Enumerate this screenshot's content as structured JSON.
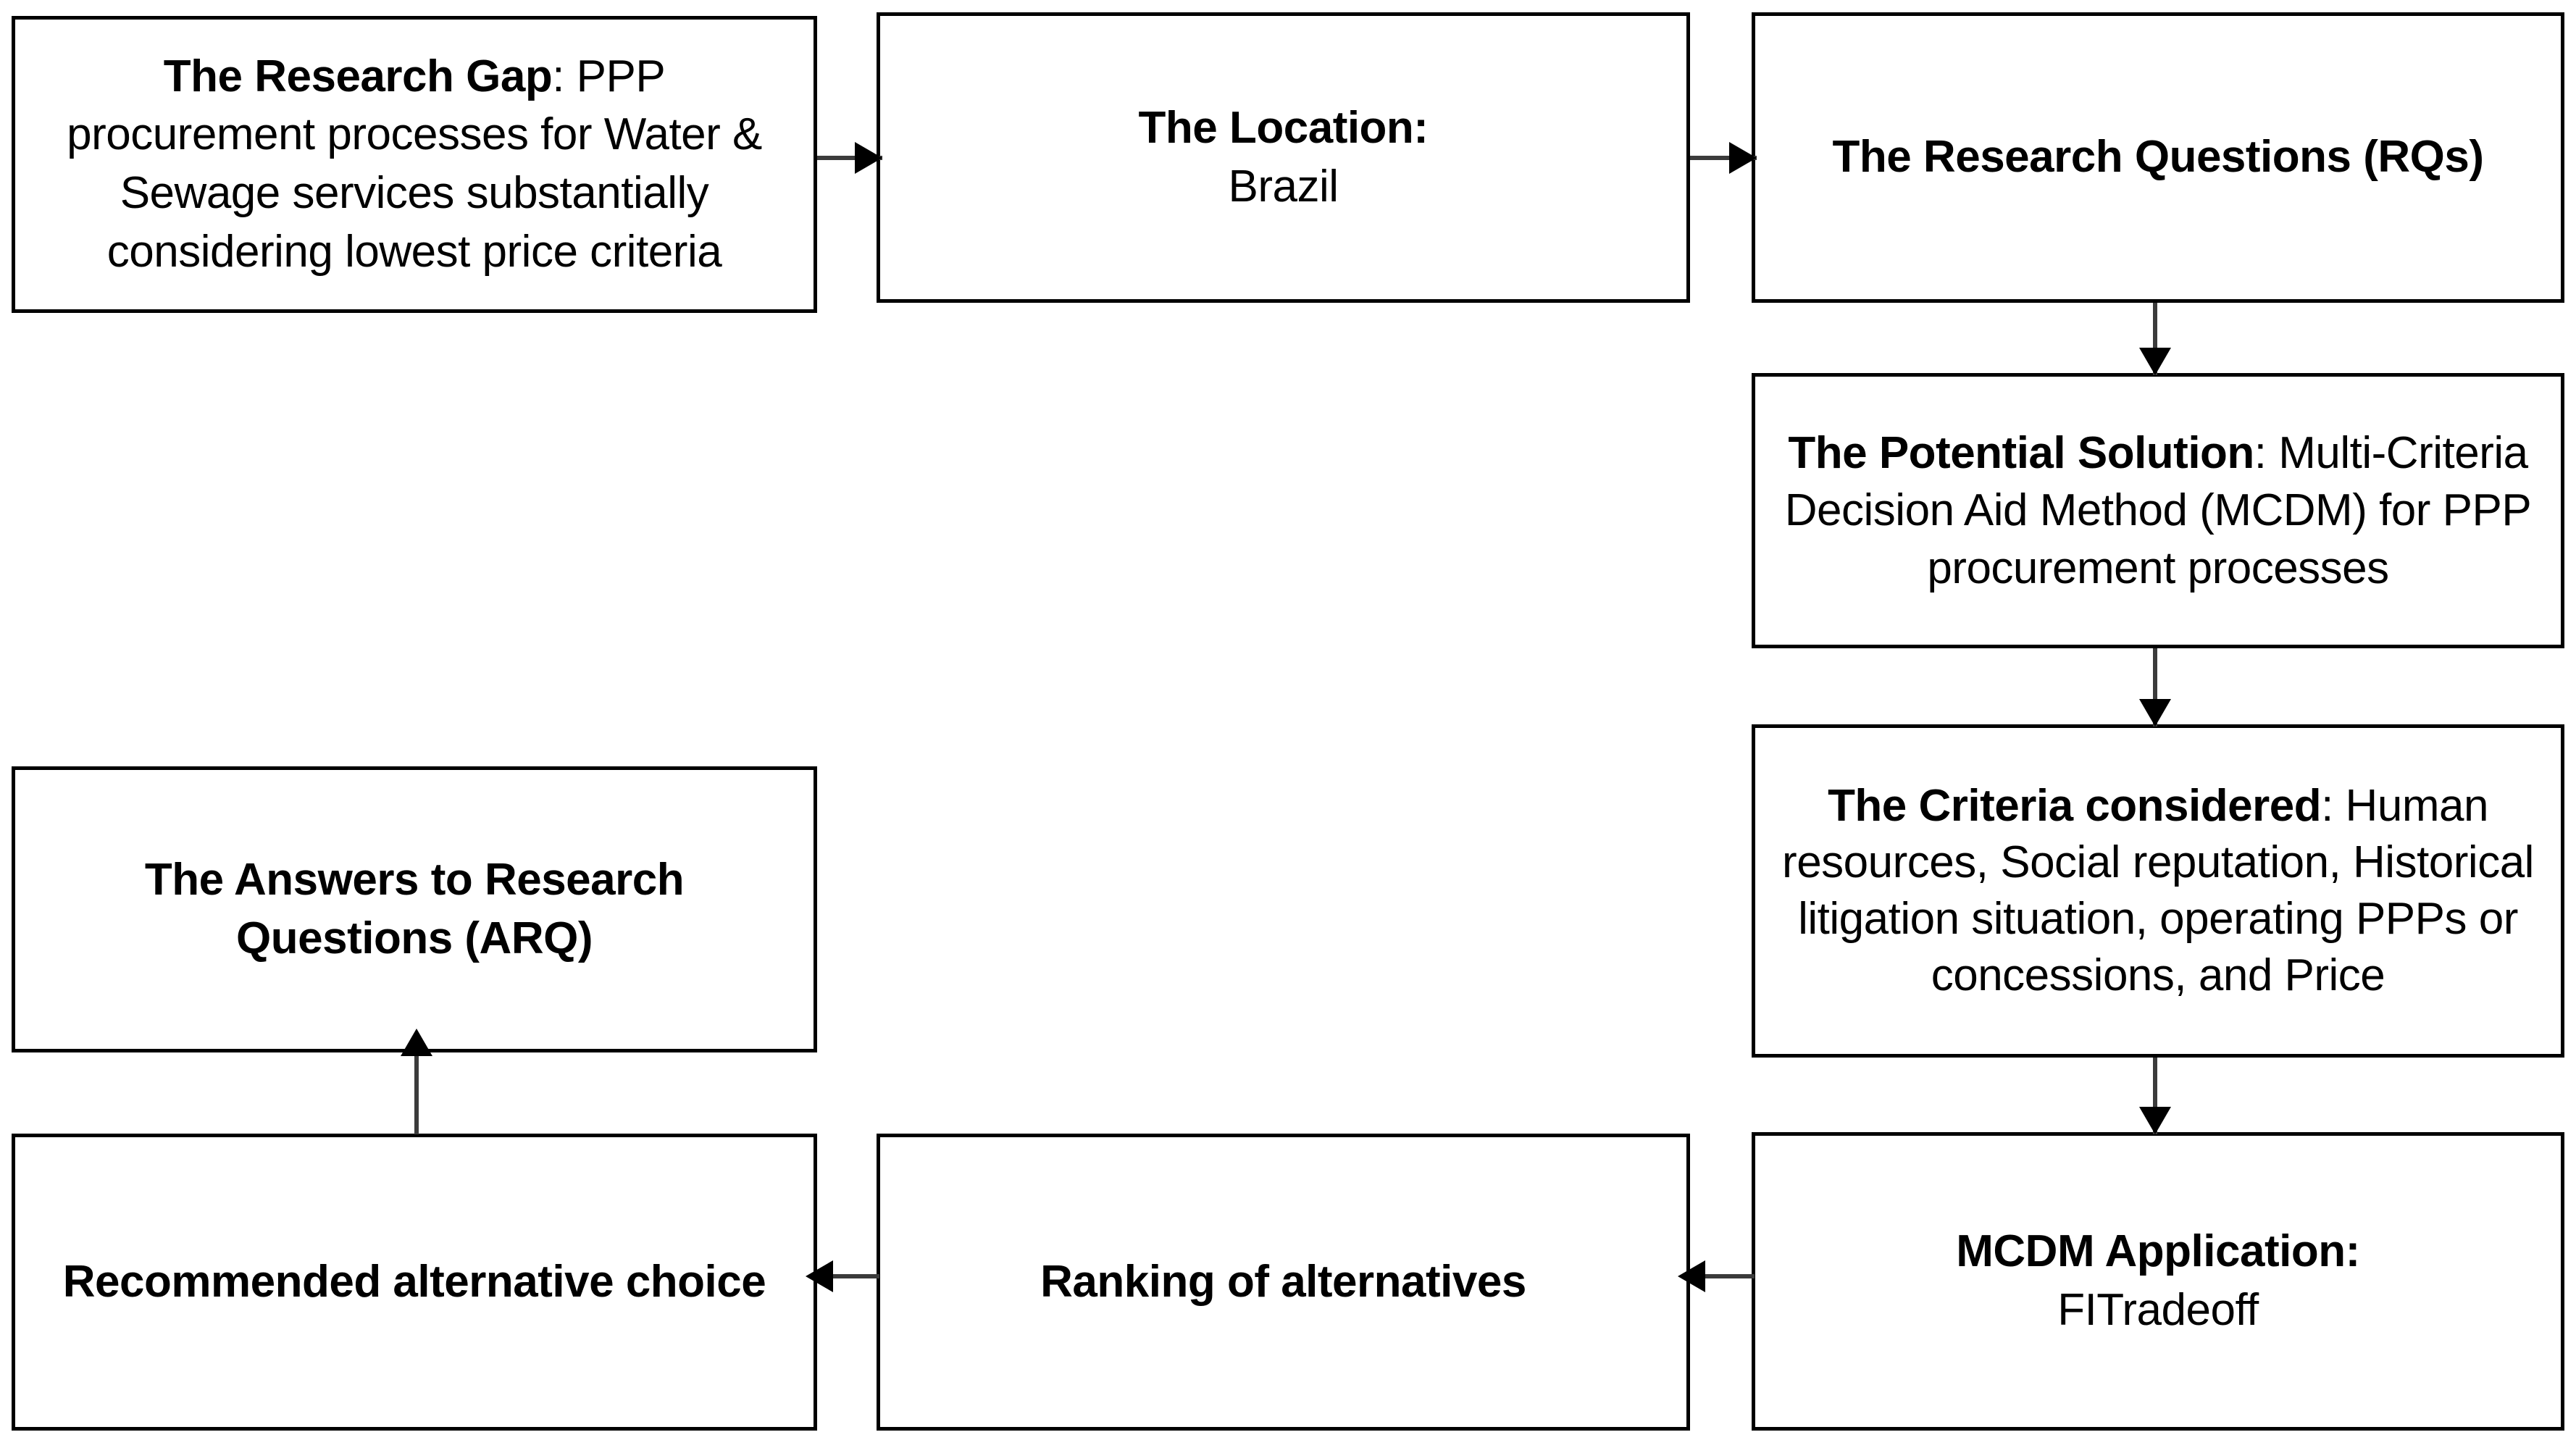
{
  "diagram": {
    "title": "Research framework flowchart",
    "stroke_color": "#000000",
    "connector_color": "#3b3b3b",
    "background_color": "#ffffff",
    "nodes": [
      {
        "id": "research-gap",
        "label_bold": "The Research Gap",
        "label_rest": ": PPP procurement processes for Water & Sewage services substantially considering lowest price criteria"
      },
      {
        "id": "location",
        "label_bold": "The Location:",
        "label_rest": "Brazil"
      },
      {
        "id": "research-questions",
        "label_bold": "The Research Questions (RQs)",
        "label_rest": ""
      },
      {
        "id": "potential-solution",
        "label_bold": "The Potential Solution",
        "label_rest": ": Multi-Criteria Decision Aid Method (MCDM) for PPP procurement processes"
      },
      {
        "id": "criteria",
        "label_bold": "The Criteria considered",
        "label_rest": ": Human resources, Social reputation, Historical litigation situation, operating PPPs or concessions, and Price"
      },
      {
        "id": "mcdm-application",
        "label_bold": "MCDM Application:",
        "label_rest": "FITradeoff"
      },
      {
        "id": "ranking",
        "label_bold": "Ranking of alternatives",
        "label_rest": ""
      },
      {
        "id": "recommended",
        "label_bold": "Recommended alternative choice",
        "label_rest": ""
      },
      {
        "id": "arq",
        "label_bold": "The Answers to Research Questions (ARQ)",
        "label_rest": ""
      }
    ],
    "connectors": [
      {
        "id": "gap-to-location",
        "from": "research-gap",
        "to": "location",
        "direction": "right"
      },
      {
        "id": "location-to-rqs",
        "from": "location",
        "to": "research-questions",
        "direction": "right"
      },
      {
        "id": "rqs-to-solution",
        "from": "research-questions",
        "to": "potential-solution",
        "direction": "down"
      },
      {
        "id": "solution-to-criteria",
        "from": "potential-solution",
        "to": "criteria",
        "direction": "down"
      },
      {
        "id": "criteria-to-mcdm",
        "from": "criteria",
        "to": "mcdm-application",
        "direction": "down"
      },
      {
        "id": "mcdm-to-ranking",
        "from": "mcdm-application",
        "to": "ranking",
        "direction": "left"
      },
      {
        "id": "ranking-to-recommended",
        "from": "ranking",
        "to": "recommended",
        "direction": "left"
      },
      {
        "id": "recommended-to-arq",
        "from": "recommended",
        "to": "arq",
        "direction": "up"
      }
    ]
  }
}
